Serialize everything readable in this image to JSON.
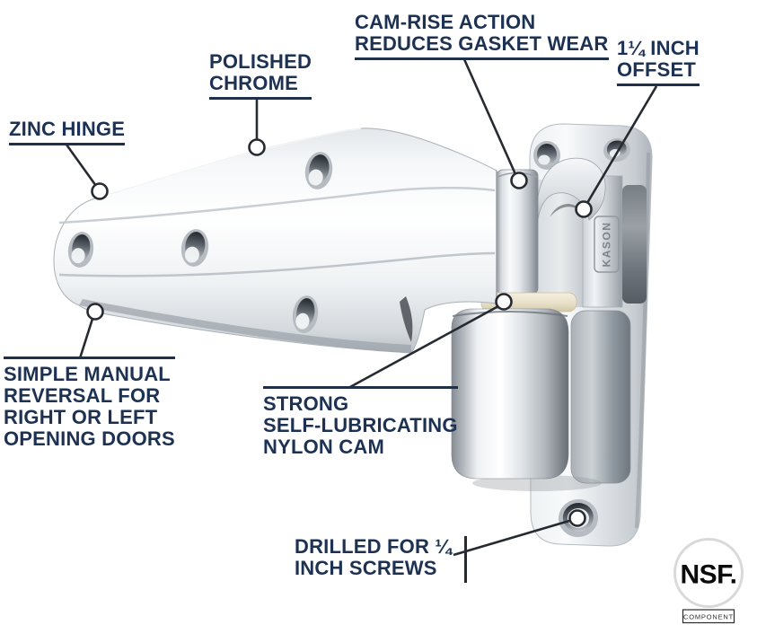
{
  "callouts": [
    {
      "id": "zinc-hinge",
      "text": "ZINC HINGE"
    },
    {
      "id": "polished-chrome",
      "text": "POLISHED\nCHROME"
    },
    {
      "id": "cam-rise",
      "text": "CAM-RISE ACTION\nREDUCES GASKET WEAR"
    },
    {
      "id": "offset",
      "text": "1¼ INCH\nOFFSET"
    },
    {
      "id": "manual-reversal",
      "text": "SIMPLE MANUAL\nREVERSAL FOR\nRIGHT OR LEFT\nOPENING DOORS"
    },
    {
      "id": "nylon-cam",
      "text": "STRONG\nSELF-LUBRICATING\nNYLON CAM"
    },
    {
      "id": "drilled-screws",
      "text": "DRILLED FOR ¼\nINCH SCREWS"
    }
  ],
  "brand": {
    "emboss": "KASON"
  },
  "certification": {
    "name": "NSF.",
    "sub": "COMPONENT"
  },
  "colors": {
    "label_navy": "#1d3252",
    "leader_line": "#262a31",
    "nylon_cam_cream": "#e8e0c7",
    "chrome_light": "#f4f6f8",
    "chrome_dark": "#6e747b"
  }
}
